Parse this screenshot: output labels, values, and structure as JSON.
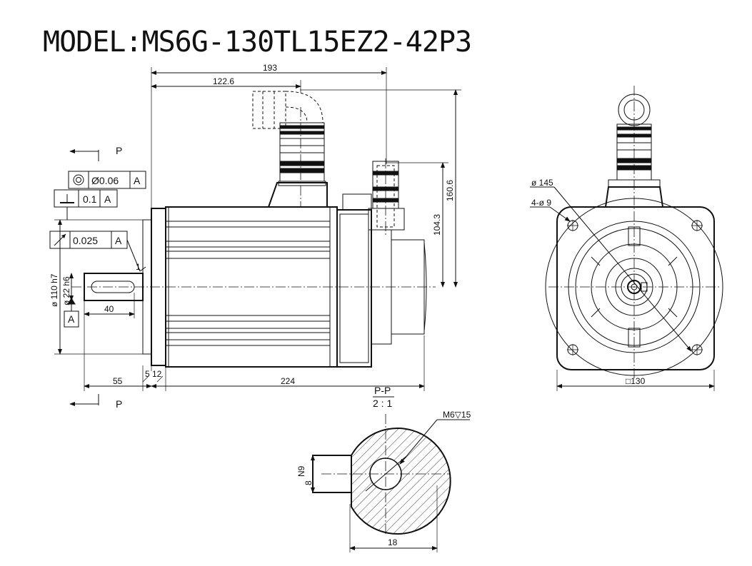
{
  "title": "MODEL:MS6G-130TL15EZ2-42P3",
  "side_view": {
    "dims": {
      "overall_to_connector": "193",
      "to_power_connector": "122.6",
      "height_power_connector": "160.6",
      "height_encoder_connector": "104.3",
      "flange_dia": "ø 110 h7",
      "shaft_dia": "ø 22 h6",
      "shaft_len": "40",
      "shaft_ext": "55",
      "flange_thk_a": "5",
      "flange_thk_b": "12",
      "body_len": "224",
      "small_dim": "1"
    },
    "tolerances": {
      "runout_symbol": "◎",
      "runout_value": "Ø0.06",
      "runout_ref": "A",
      "perp_value": "0.1",
      "perp_ref": "A",
      "circ_value": "0.025",
      "circ_ref": "A",
      "datum": "A"
    },
    "section_marks": [
      "P",
      "P"
    ]
  },
  "front_view": {
    "pcd": "ø 145",
    "holes": "4-ø 9",
    "square": "□130"
  },
  "section_view": {
    "name": "P-P",
    "scale": "2 : 1",
    "thread": "M6▽15",
    "key_width": "N9",
    "key_height": "8",
    "dia": "18"
  }
}
